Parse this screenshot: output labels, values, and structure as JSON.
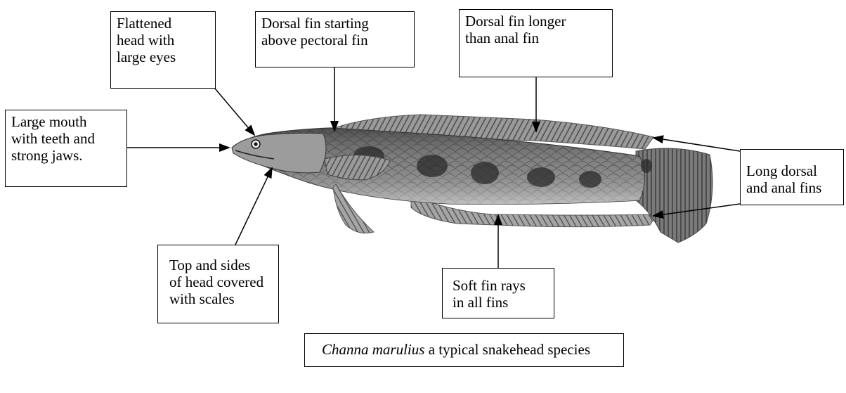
{
  "labels": {
    "flattened_head": [
      "Flattened",
      "head with",
      "large eyes"
    ],
    "dorsal_start": [
      "Dorsal fin starting",
      "above pectoral fin"
    ],
    "dorsal_longer": [
      "Dorsal fin longer",
      "than anal fin"
    ],
    "large_mouth": [
      "Large mouth",
      "with teeth and",
      "strong jaws."
    ],
    "long_fins": [
      "Long dorsal",
      "and anal fins"
    ],
    "head_scales": [
      "Top and sides",
      "of head covered",
      "with scales"
    ],
    "soft_rays": [
      "Soft fin rays",
      "in all fins"
    ]
  },
  "caption": {
    "species": "Channa marulius",
    "description": " a typical snakehead species"
  }
}
